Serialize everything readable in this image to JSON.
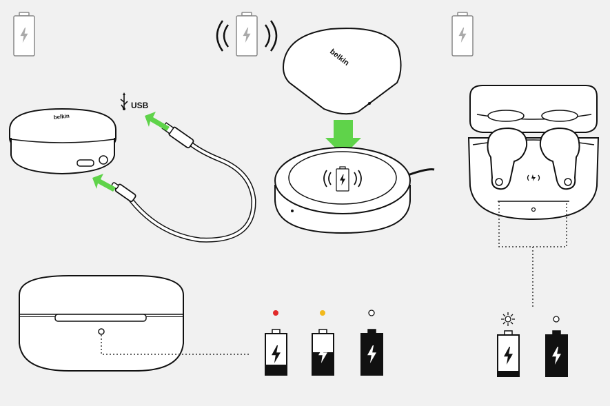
{
  "usb": {
    "label": "USB"
  },
  "brand": {
    "logo": "belkin"
  },
  "colors": {
    "background": "#f1f1f1",
    "arrow": "#5fd34a",
    "led_red": "#e12a2a",
    "led_amber": "#f2b91c",
    "stroke": "#1a1a1a"
  },
  "charge_levels": {
    "case_led": [
      {
        "led": "red",
        "battery_fill": 0.25
      },
      {
        "led": "amber",
        "battery_fill": 0.55
      },
      {
        "led": "off",
        "battery_fill": 1.0
      }
    ],
    "earbud_led": [
      {
        "led": "blinking",
        "battery_fill": 0.15
      },
      {
        "led": "off",
        "battery_fill": 1.0
      }
    ]
  },
  "icons": [
    "battery-charging-icon",
    "wireless-signal-icon",
    "usb-symbol-icon",
    "led-blink-icon",
    "arrow-icon"
  ]
}
